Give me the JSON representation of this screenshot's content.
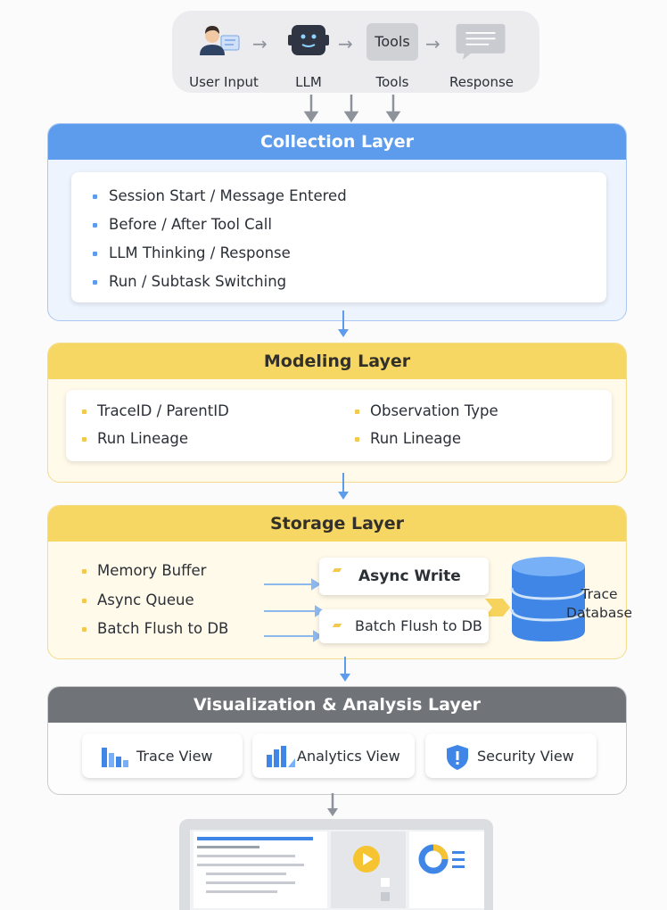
{
  "flow": {
    "items": [
      {
        "label": "User Input",
        "icon": "user-icon"
      },
      {
        "label": "LLM",
        "icon": "robot-icon"
      },
      {
        "label": "Tools",
        "box_text": "Tools",
        "icon": "tools-box"
      },
      {
        "label": "Response",
        "icon": "chat-bubble-icon"
      }
    ]
  },
  "collection": {
    "title": "Collection Layer",
    "items": [
      "Session Start / Message Entered",
      "Before / After Tool Call",
      "LLM Thinking / Response",
      "Run / Subtask Switching"
    ]
  },
  "modeling": {
    "title": "Modeling Layer",
    "left_items": [
      "TraceID / ParentID",
      "Run Lineage"
    ],
    "right_items": [
      "Observation Type",
      "Run Lineage"
    ]
  },
  "storage": {
    "title": "Storage Layer",
    "items": [
      "Memory Buffer",
      "Async Queue",
      "Batch Flush to DB"
    ],
    "async_write": "Async Write",
    "batch_flush": "Batch Flush to DB",
    "db_label_line1": "Trace",
    "db_label_line2": "Database"
  },
  "viz": {
    "title": "Visualization & Analysis Layer",
    "views": [
      {
        "label": "Trace View",
        "icon": "bar-chart-icon"
      },
      {
        "label": "Analytics View",
        "icon": "analytics-chart-icon"
      },
      {
        "label": "Security View",
        "icon": "shield-icon"
      }
    ]
  },
  "colors": {
    "collection_accent": "#5d9cec",
    "modeling_accent": "#f6d763",
    "storage_accent": "#f6d763",
    "viz_accent": "#707378",
    "bullet_blue": "#5d9cec",
    "bullet_yellow": "#f2c94c"
  }
}
